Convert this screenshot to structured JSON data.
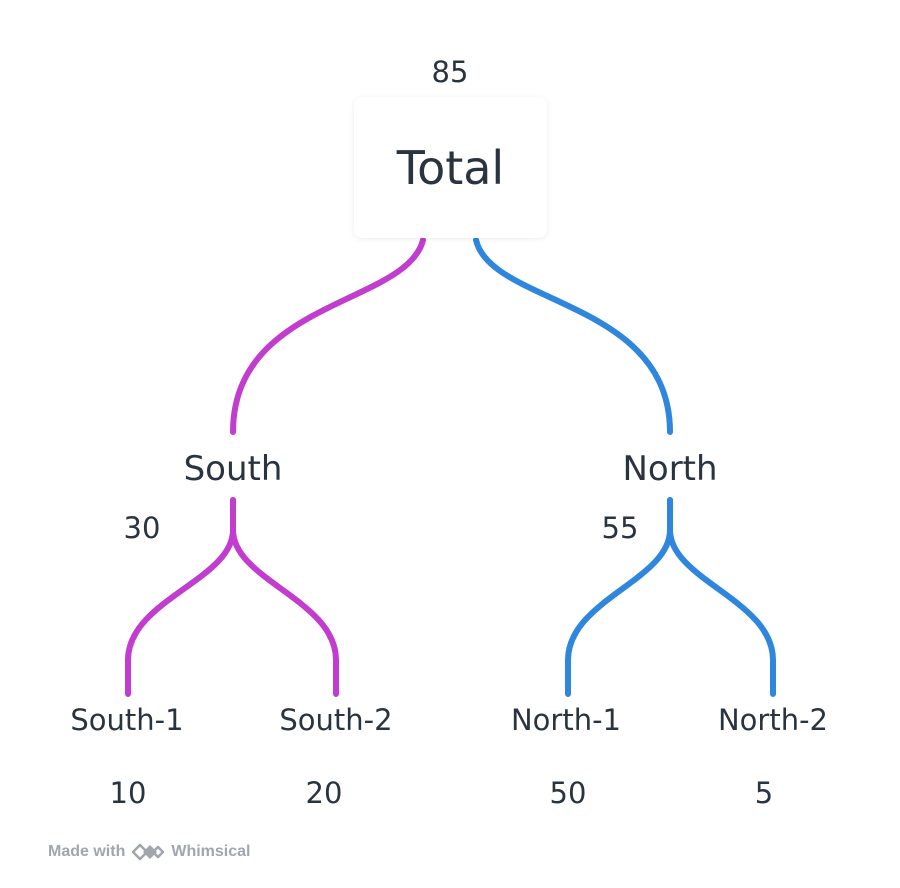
{
  "colors": {
    "south": "#c23ccf",
    "north": "#2f86dd",
    "text": "#2a3440",
    "footer": "#a0a6ad"
  },
  "root": {
    "label": "Total",
    "value": "85"
  },
  "branches": [
    {
      "label": "South",
      "value": "30",
      "children": [
        {
          "label": "South-1",
          "value": "10"
        },
        {
          "label": "South-2",
          "value": "20"
        }
      ]
    },
    {
      "label": "North",
      "value": "55",
      "children": [
        {
          "label": "North-1",
          "value": "50"
        },
        {
          "label": "North-2",
          "value": "5"
        }
      ]
    }
  ],
  "footer": {
    "made_with": "Made with",
    "brand": "Whimsical",
    "logo_icon": "whimsical-logo-icon"
  }
}
